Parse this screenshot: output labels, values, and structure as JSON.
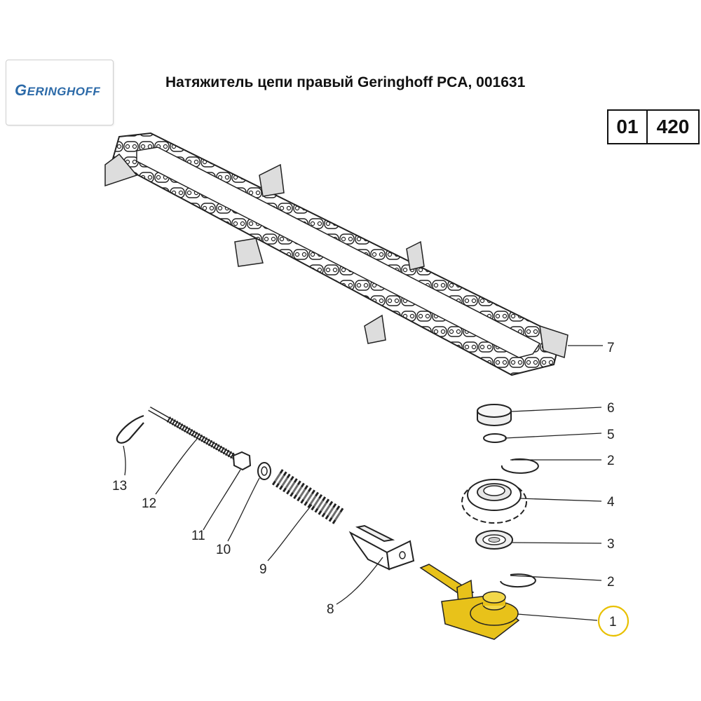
{
  "logo": {
    "brand_cap": "G",
    "brand_rest": "ERINGHOFF"
  },
  "title": "Натяжитель цепи правый Geringhoff PCA, 001631",
  "page_code": {
    "group": "01",
    "page": "420"
  },
  "colors": {
    "highlight": "#e8c21a",
    "highlight_circle": "#e8c000",
    "logo_blue": "#2c6aa8"
  },
  "callouts": [
    {
      "number": "7",
      "part": "chain"
    },
    {
      "number": "6",
      "part": "cap"
    },
    {
      "number": "5",
      "part": "retaining-ring-small"
    },
    {
      "number": "2",
      "part": "circlip-upper"
    },
    {
      "number": "4",
      "part": "sprocket"
    },
    {
      "number": "3",
      "part": "bearing"
    },
    {
      "number": "2",
      "part": "circlip-lower"
    },
    {
      "number": "1",
      "part": "tensioner-arm",
      "highlighted": true
    },
    {
      "number": "8",
      "part": "bracket"
    },
    {
      "number": "9",
      "part": "spring"
    },
    {
      "number": "10",
      "part": "washer"
    },
    {
      "number": "11",
      "part": "nut"
    },
    {
      "number": "12",
      "part": "threaded-rod"
    },
    {
      "number": "13",
      "part": "cotter-pin"
    }
  ]
}
